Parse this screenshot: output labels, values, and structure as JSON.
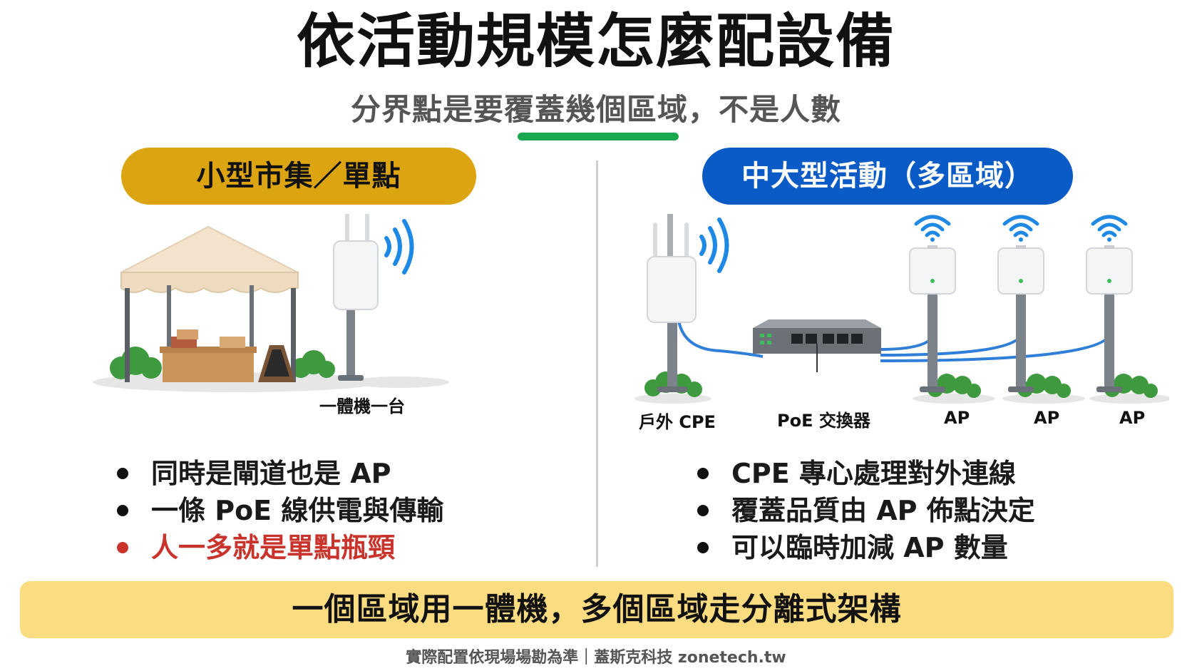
{
  "title": "依活動規模怎麼配設備",
  "subtitle": "分界點是要覆蓋幾個區域，不是人數",
  "left": {
    "header": "小型市集／單點",
    "device_label": "一體機一台",
    "bullets": [
      {
        "text": "同時是閘道也是 AP",
        "warn": false
      },
      {
        "text": "一條 PoE 線供電與傳輸",
        "warn": false
      },
      {
        "text": "人一多就是單點瓶頸",
        "warn": true
      }
    ]
  },
  "right": {
    "header": "中大型活動（多區域）",
    "labels": {
      "cpe": "戶外 CPE",
      "switch": "PoE 交換器",
      "ap1": "AP",
      "ap2": "AP",
      "ap3": "AP"
    },
    "bullets": [
      {
        "text": "CPE 專心處理對外連線",
        "warn": false
      },
      {
        "text": "覆蓋品質由 AP 佈點決定",
        "warn": false
      },
      {
        "text": "可以臨時加減 AP 數量",
        "warn": false
      }
    ]
  },
  "bottom_banner": "一個區域用一體機，多個區域走分離式架構",
  "footer": "實際配置依現場場勘為準｜蓋斯克科技 zonetech.tw",
  "colors": {
    "accent_green": "#1aa84f",
    "left_pill": "#dca411",
    "right_pill": "#0b5bc6",
    "warning_red": "#c8342b",
    "banner_yellow": "#fbdc80",
    "wifi_blue": "#1e88e5",
    "cable_blue": "#2f7fd8"
  }
}
